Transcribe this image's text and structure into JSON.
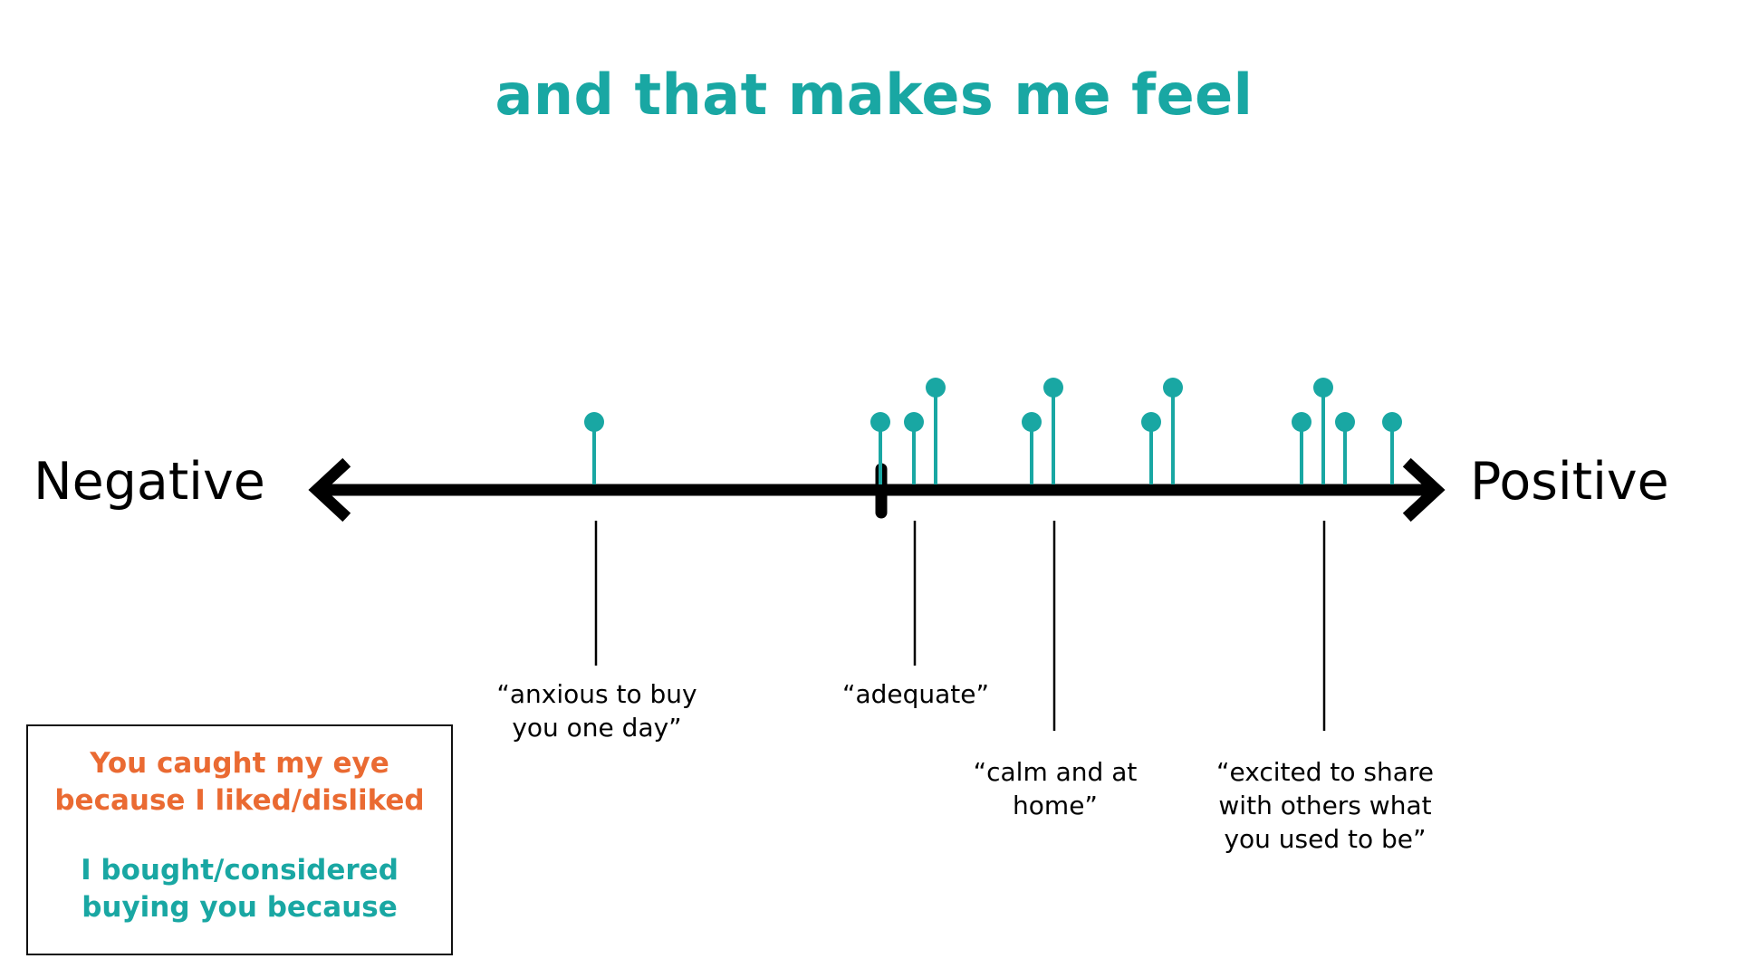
{
  "title": "and that makes me feel",
  "axis": {
    "negative_label": "Negative",
    "positive_label": "Positive"
  },
  "colors": {
    "teal": "#19a7a3",
    "orange": "#ea6a32",
    "axis": "#000000"
  },
  "quotes": [
    {
      "text": "“anxious to buy\nyou one day”"
    },
    {
      "text": "“adequate”"
    },
    {
      "text": "“calm and at\nhome”"
    },
    {
      "text": "“excited to share\nwith others what\nyou used to be”"
    }
  ],
  "legend": {
    "liked_text": "You caught my eye\nbecause I liked/disliked",
    "bought_text": "I bought/considered\nbuying you because"
  }
}
